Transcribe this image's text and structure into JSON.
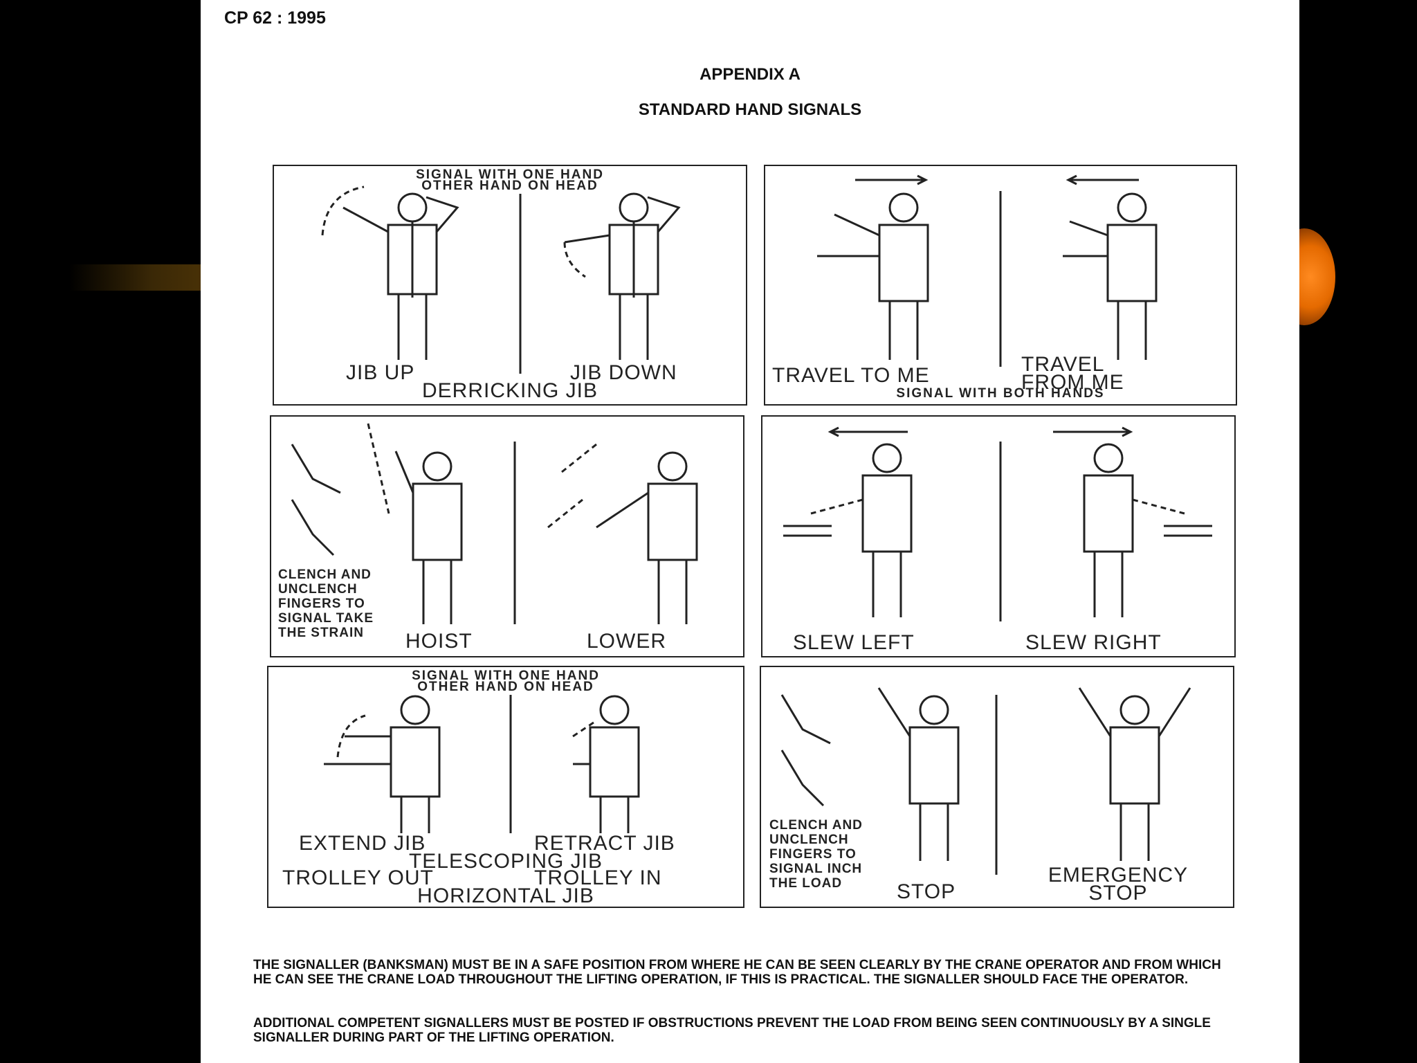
{
  "doc": {
    "code": "CP 62 : 1995",
    "appendix": "APPENDIX A",
    "title": "STANDARD HAND SIGNALS"
  },
  "panels": {
    "derricking": {
      "top_note_1": "SIGNAL WITH ONE HAND",
      "top_note_2": "OTHER HAND ON HEAD",
      "left_label": "JIB UP",
      "right_label": "JIB DOWN",
      "bottom_label": "DERRICKING JIB"
    },
    "travel": {
      "left_label": "TRAVEL TO ME",
      "right_label_1": "TRAVEL",
      "right_label_2": "FROM ME",
      "bottom_note": "SIGNAL WITH BOTH HANDS"
    },
    "hoist": {
      "note_1": "CLENCH AND",
      "note_2": "UNCLENCH",
      "note_3": "FINGERS TO",
      "note_4": "SIGNAL TAKE",
      "note_5": "THE STRAIN",
      "left_label": "HOIST",
      "right_label": "LOWER"
    },
    "slew": {
      "left_label": "SLEW LEFT",
      "right_label": "SLEW RIGHT"
    },
    "telescoping": {
      "top_note_1": "SIGNAL WITH ONE HAND",
      "top_note_2": "OTHER HAND ON HEAD",
      "left_label": "EXTEND JIB",
      "right_label": "RETRACT JIB",
      "mid_label": "TELESCOPING JIB",
      "left_label_2": "TROLLEY OUT",
      "right_label_2": "TROLLEY IN",
      "bottom_label": "HORIZONTAL JIB"
    },
    "stop": {
      "note_1": "CLENCH AND",
      "note_2": "UNCLENCH",
      "note_3": "FINGERS TO",
      "note_4": "SIGNAL INCH",
      "note_5": "THE LOAD",
      "left_label": "STOP",
      "right_label_1": "EMERGENCY",
      "right_label_2": "STOP"
    }
  },
  "paragraphs": {
    "p1": "THE SIGNALLER (BANKSMAN) MUST BE IN A SAFE POSITION FROM WHERE HE CAN BE SEEN CLEARLY BY THE CRANE OPERATOR AND FROM WHICH HE CAN SEE THE CRANE LOAD THROUGHOUT THE LIFTING OPERATION, IF THIS IS PRACTICAL. THE SIGNALLER SHOULD FACE THE OPERATOR.",
    "p2": "ADDITIONAL COMPETENT SIGNALLERS MUST BE POSTED IF OBSTRUCTIONS PREVENT THE LOAD FROM BEING SEEN CONTINUOUSLY BY A SINGLE SIGNALLER DURING PART OF THE LIFTING OPERATION."
  },
  "colors": {
    "slide_background": "#000000",
    "page": "#ffffff",
    "ink": "#222222",
    "accent_orange": "#e56a00"
  }
}
